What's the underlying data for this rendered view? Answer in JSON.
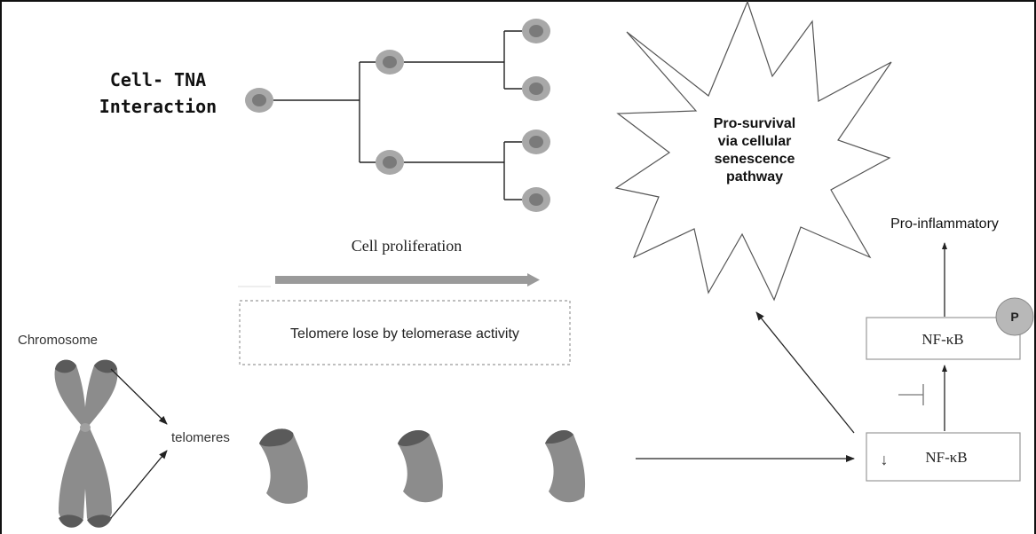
{
  "title": {
    "line1": "Cell- TNA",
    "line2": "Interaction"
  },
  "proliferation_label": "Cell proliferation",
  "telomere_box_text": "Telomere lose by telomerase activity",
  "chromosome_label": "Chromosome",
  "telomeres_label": "telomeres",
  "starburst": {
    "line1": "Pro-survival",
    "line2": "via cellular",
    "line3": "senescence",
    "line4": "pathway"
  },
  "pro_inflammatory_label": "Pro-inflammatory",
  "nfkb_top_label": "NF-κB",
  "nfkb_bottom_label": "NF-κB",
  "phospho_label": "P",
  "down_arrow_glyph": "↓",
  "colors": {
    "cell_outer": "#a8a8a8",
    "cell_inner": "#7a7a7a",
    "chromosome_body": "#8c8c8c",
    "chromosome_tip": "#5a5a5a",
    "arrow_band": "#9a9a9a",
    "line": "#222222"
  }
}
